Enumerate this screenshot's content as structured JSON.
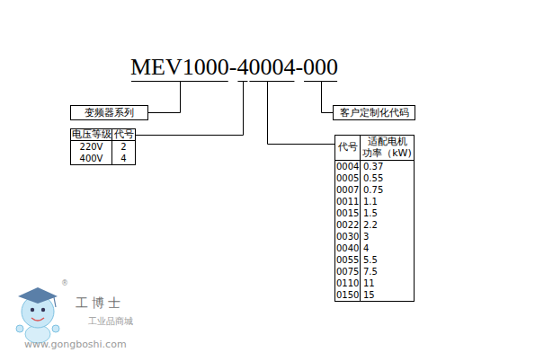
{
  "diagram": {
    "title": "MEV1000-40004-000",
    "nodes": [
      {
        "text": [
          "变频器系列"
        ]
      },
      {
        "text": [
          "客户定制化代码"
        ]
      }
    ],
    "labels": [
      "电压等级",
      "代号",
      "220V",
      "2",
      "400V",
      "4",
      "代号",
      "适配电机 功率（kW)",
      "0004",
      "0.37",
      "0005",
      "0.55",
      "0007",
      "0.75",
      "0011",
      "1.1",
      "0015",
      "1.5",
      "0022",
      "2.2",
      "0030",
      "3",
      "0040",
      "4",
      "0055",
      "5.5",
      "0075",
      "7.5",
      "0110",
      "11",
      "0150",
      "15",
      "®",
      "工博士",
      "工业品商城",
      "www.gongboshi.com"
    ]
  }
}
